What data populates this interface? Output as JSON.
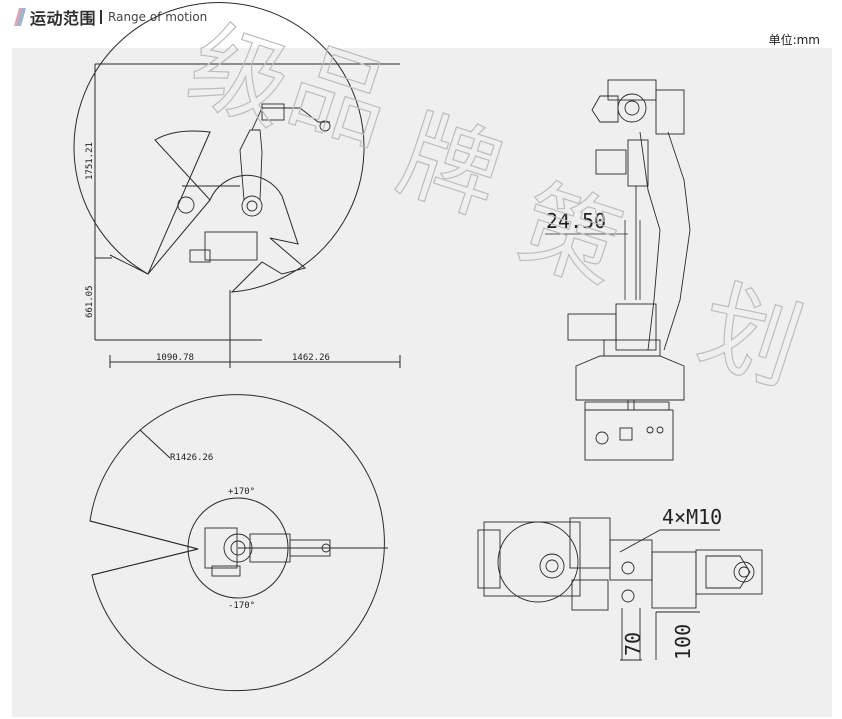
{
  "header": {
    "title_cn": "运动范围",
    "title_en": "Range of motion",
    "unit": "单位:mm"
  },
  "side_view": {
    "height_upper": "1751.21",
    "height_lower": "661.05",
    "width_left": "1090.78",
    "width_right": "1462.26"
  },
  "top_view": {
    "radius": "R1426.26",
    "angle_pos": "+170°",
    "angle_neg": "-170°"
  },
  "arm_view": {
    "offset": "24.50"
  },
  "base_view": {
    "bolts": "4×M10",
    "dim_70": "70",
    "dim_100": "100"
  },
  "watermark": [
    "级",
    "品",
    "牌",
    "策",
    "划"
  ],
  "colors": {
    "panel": "#efefef",
    "line": "#2a2a2a",
    "accent": "#d6a6b8"
  }
}
